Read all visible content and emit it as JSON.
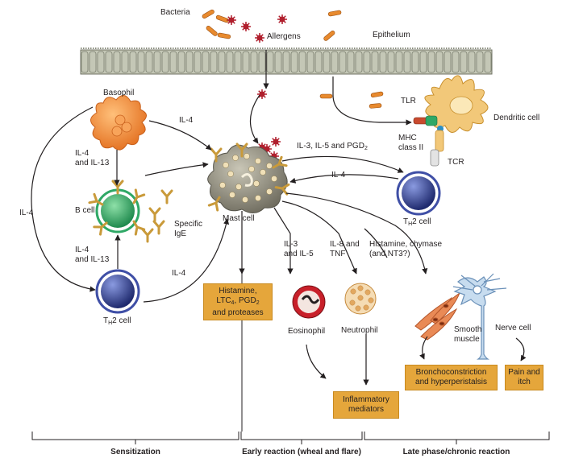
{
  "labels": {
    "bacteria": "Bacteria",
    "allergens": "Allergens",
    "epithelium": "Epithelium",
    "basophil": "Basophil",
    "il4_top": "IL-4",
    "il4_il13_a": "IL-4\nand IL-13",
    "il4_left": "IL-4",
    "b_cell": "B cell",
    "specific_ige": "Specific\nIgE",
    "il4_il13_b": "IL-4\nand IL-13",
    "il4_bottom": "IL-4",
    "th2_left": "T_H2 cell",
    "mast_cell": "Mast cell",
    "il3_il5_pgd2": "IL-3, IL-5 and PGD_2",
    "il4_mid": "IL-4",
    "tlr": "TLR",
    "dendritic_cell": "Dendritic cell",
    "mhc_class_ii": "MHC\nclass II",
    "tcr": "TCR",
    "th2_right": "T_H2 cell",
    "il3_and_il5": "IL-3\nand IL-5",
    "il8_and_tnf": "IL-8 and\nTNF",
    "histamine_chymase": "Histamine, chymase\n(and NT3?)",
    "eosinophil": "Eosinophil",
    "neutrophil": "Neutrophil",
    "smooth_muscle": "Smooth\nmuscle",
    "nerve_cell": "Nerve cell"
  },
  "boxes": {
    "histamine": "Histamine,\nLTC_4, PGD_2\nand proteases",
    "bronchoconstriction": "Bronchoconstriction\nand hyperperistalsis",
    "pain_itch": "Pain and\nitch",
    "inflammatory": "Inflammatory\nmediators"
  },
  "phases": {
    "sensitization": "Sensitization",
    "early": "Early reaction (wheal and flare)",
    "late": "Late phase/chronic reaction"
  },
  "colors": {
    "box_fill": "#e5a63b",
    "basophil": "#f08a35",
    "b_cell": "#2fa866",
    "t_cell": "#3f4fa6",
    "mast_cell": "#8c8a7c",
    "eosinophil": "#c8202a",
    "neutrophil": "#e2a860",
    "epithelium": "#b5b9a7",
    "dendritic": "#f2c879",
    "nerve": "#c7dcef",
    "smooth_muscle": "#e98a56",
    "bacteria": "#e88a2e",
    "allergen": "#b01f2d"
  }
}
